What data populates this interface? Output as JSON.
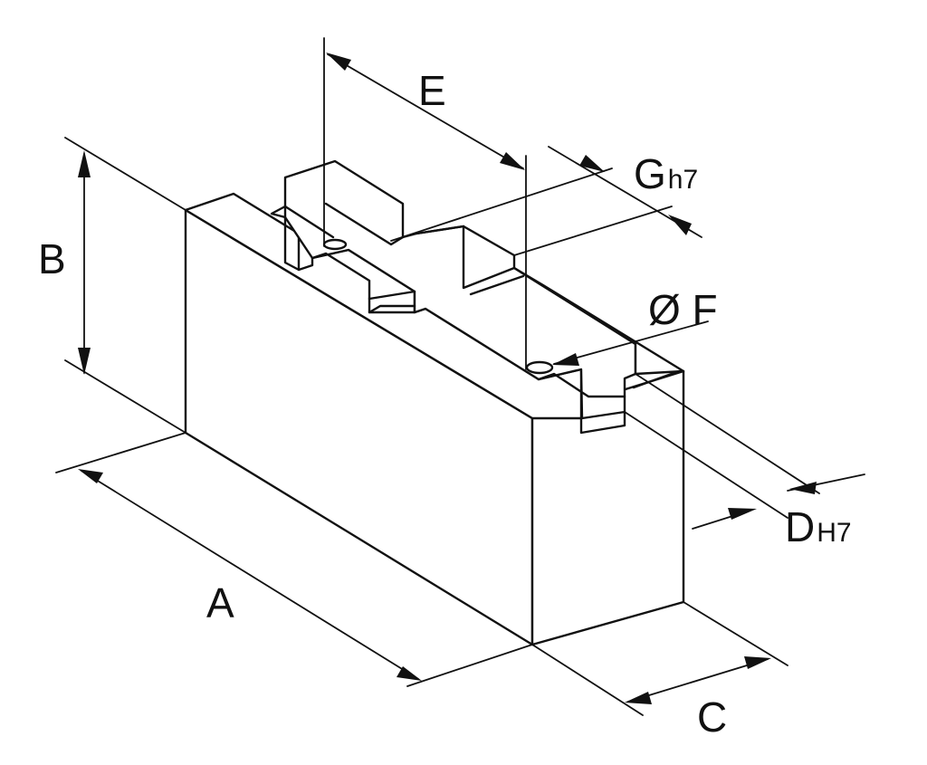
{
  "labels": {
    "A": "A",
    "B": "B",
    "C": "C",
    "D_main": "D",
    "D_sub": "H7",
    "E": "E",
    "F": "Ø F",
    "G_main": "G",
    "G_sub": "h7"
  }
}
